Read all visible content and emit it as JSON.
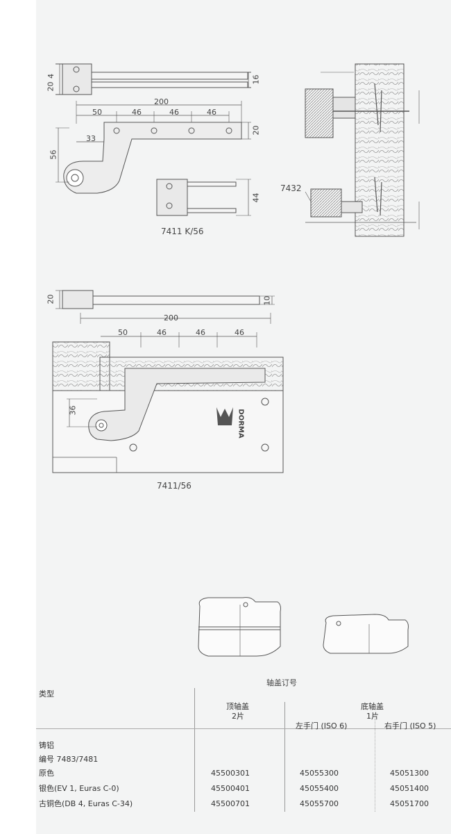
{
  "drawing_top": {
    "caption": "7411 K/56",
    "dims": {
      "overall_width": "200",
      "spacing_first": "50",
      "spacing_1": "46",
      "spacing_2": "46",
      "spacing_3": "46",
      "offset": "33",
      "height": "56",
      "left_20": "20",
      "left_4": "4",
      "right_16": "16",
      "arm_20": "20",
      "block_44": "44"
    }
  },
  "drawing_side": {
    "part_label": "7432"
  },
  "drawing_bottom": {
    "caption": "7411/56",
    "brand": "DORMA",
    "dims": {
      "left_20": "20",
      "right_10": "10",
      "overall_width": "200",
      "spacing_first": "50",
      "spacing_1": "46",
      "spacing_2": "46",
      "spacing_3": "46",
      "pivot_36": "36"
    }
  },
  "table": {
    "title": "轴盖订号",
    "header": {
      "type": "类型",
      "top_cap": "顶轴盖",
      "top_qty": "2片",
      "bottom_cap": "底轴盖",
      "bottom_qty": "1片",
      "left_door": "左手门 (ISO 6)",
      "right_door": "右手门 (ISO 5)"
    },
    "material": "铸铝",
    "model": "编号 7483/7481",
    "rows": [
      {
        "label": "原色",
        "top": "45500301",
        "left": "45055300",
        "right": "45051300"
      },
      {
        "label": "银色(EV 1, Euras C-0)",
        "top": "45500401",
        "left": "45055400",
        "right": "45051400"
      },
      {
        "label": "古铜色(DB 4, Euras C-34)",
        "top": "45500701",
        "left": "45055700",
        "right": "45051700"
      }
    ]
  }
}
